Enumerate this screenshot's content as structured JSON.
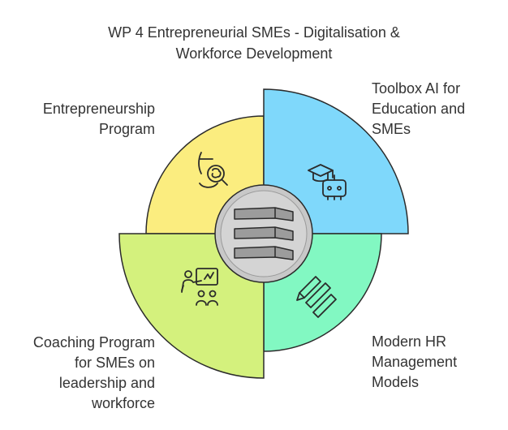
{
  "title_lines": [
    "WP 4 Entrepreneurial SMEs - Digitalisation &",
    "Workforce Development"
  ],
  "segments": [
    {
      "id": "entrepreneurship",
      "lines": [
        "Entrepreneurship",
        "Program"
      ],
      "color": "#fbed7f",
      "icon": "magnifier-brain-icon"
    },
    {
      "id": "toolbox",
      "lines": [
        "Toolbox AI for",
        "Education and",
        "SMEs"
      ],
      "color": "#7fd8fb",
      "icon": "graduation-robot-icon"
    },
    {
      "id": "hr",
      "lines": [
        "Modern HR",
        "Management",
        "Models"
      ],
      "color": "#82f8c2",
      "icon": "pencils-icon"
    },
    {
      "id": "coaching",
      "lines": [
        "Coaching Program",
        "for SMEs on",
        "leadership and",
        "workforce"
      ],
      "color": "#d4f17d",
      "icon": "presenter-group-icon"
    }
  ],
  "center_icon": "stacked-layers-icon",
  "stroke_color": "#2b2b2b"
}
